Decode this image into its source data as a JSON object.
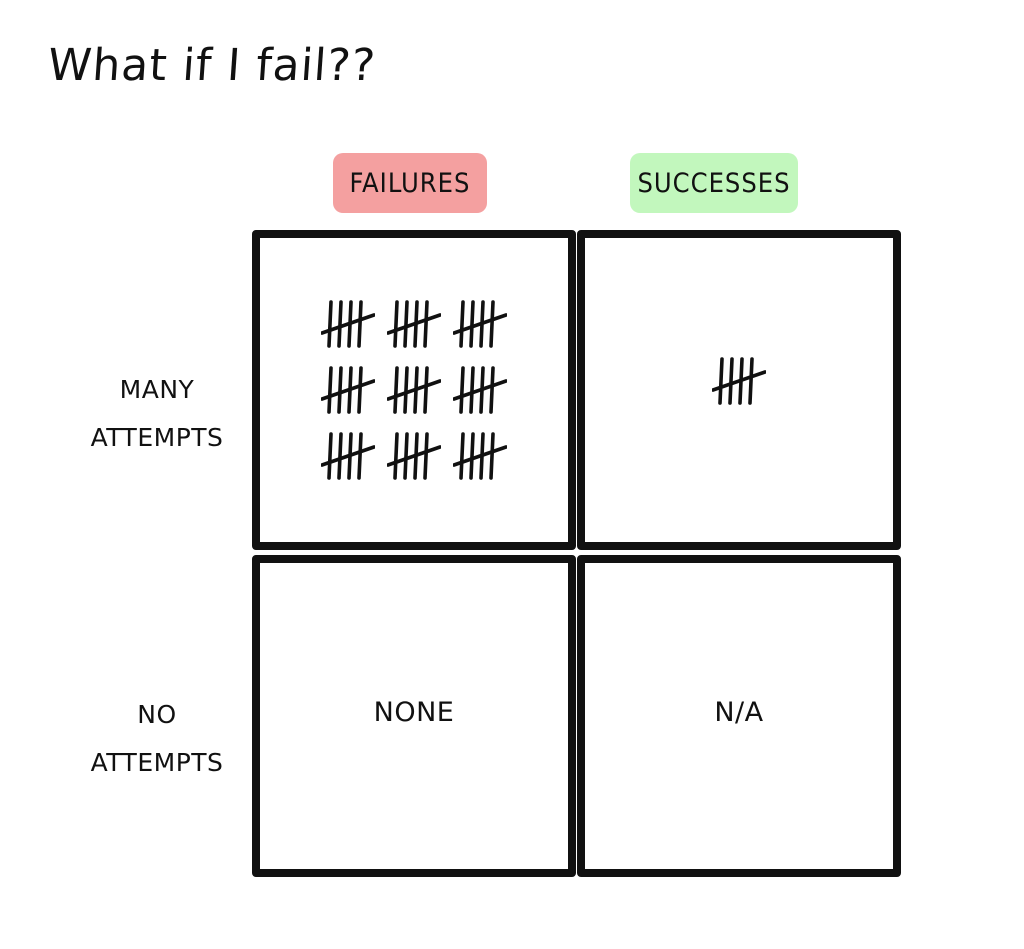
{
  "title": "What if I fail??",
  "columns": {
    "failures": {
      "label": "FAILURES",
      "color": "#f4a0a0"
    },
    "successes": {
      "label": "SUCCESSES",
      "color": "#c2f7bd"
    }
  },
  "rows": {
    "many_attempts": {
      "line1": "MANY",
      "line2": "ATTEMPTS"
    },
    "no_attempts": {
      "line1": "NO",
      "line2": "ATTEMPTS"
    }
  },
  "cells": {
    "many_failures": {
      "tally_groups": 9,
      "tally_marks_per_group": 5
    },
    "many_successes": {
      "tally_groups": 1,
      "tally_marks_per_group": 5
    },
    "none_failures": {
      "text": "NONE"
    },
    "none_successes": {
      "text": "N/A"
    }
  },
  "colors": {
    "ink": "#111111"
  }
}
